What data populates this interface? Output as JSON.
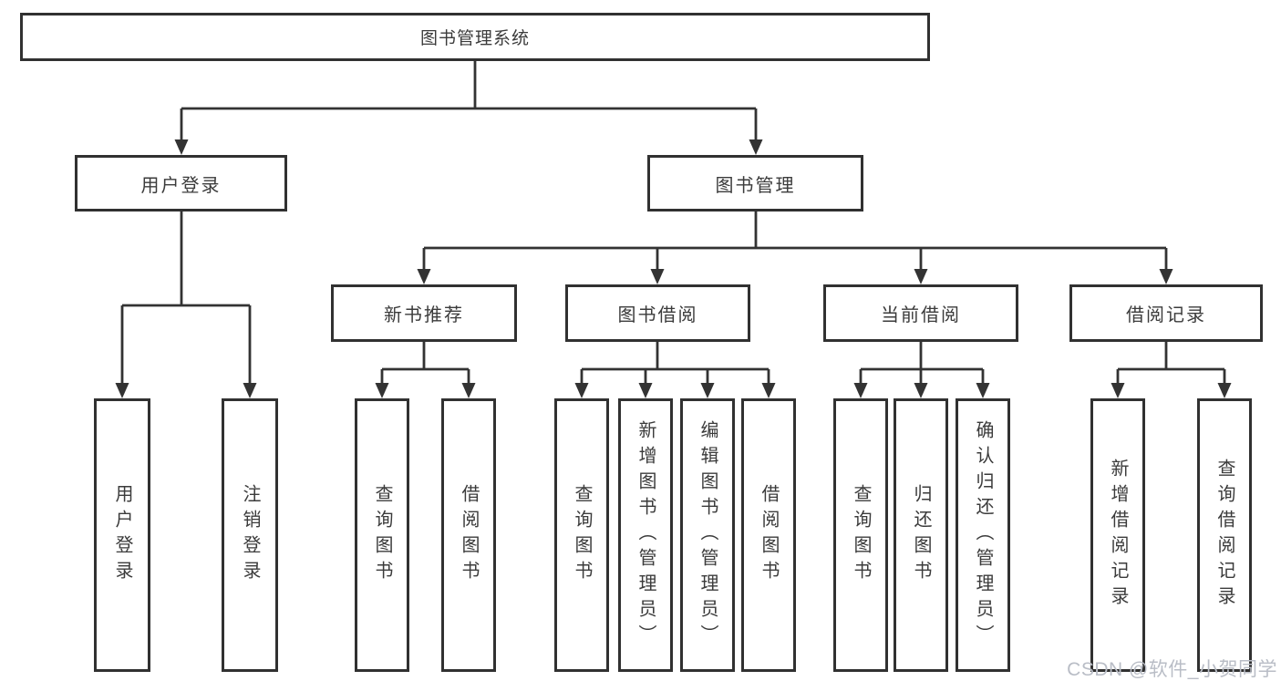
{
  "tree": {
    "root": {
      "label": "图书管理系统",
      "children": [
        {
          "label": "用户登录",
          "children": [
            {
              "label": "用户登录"
            },
            {
              "label": "注销登录"
            }
          ]
        },
        {
          "label": "图书管理",
          "children": [
            {
              "label": "新书推荐",
              "children": [
                {
                  "label": "查询图书"
                },
                {
                  "label": "借阅图书"
                }
              ]
            },
            {
              "label": "图书借阅",
              "children": [
                {
                  "label": "查询图书"
                },
                {
                  "label": "新增图书（管理员）"
                },
                {
                  "label": "编辑图书（管理员）"
                },
                {
                  "label": "借阅图书"
                }
              ]
            },
            {
              "label": "当前借阅",
              "children": [
                {
                  "label": "查询图书"
                },
                {
                  "label": "归还图书"
                },
                {
                  "label": "确认归还（管理员）"
                }
              ]
            },
            {
              "label": "借阅记录",
              "children": [
                {
                  "label": "新增借阅记录"
                },
                {
                  "label": "查询借阅记录"
                }
              ]
            }
          ]
        }
      ]
    }
  },
  "watermark": {
    "text": "CSDN @软件_小贺同学"
  },
  "colors": {
    "line": "#333333",
    "box_border": "#313131",
    "text": "#3b3b3b",
    "watermark": "#b9bdc6",
    "background": "#ffffff"
  }
}
